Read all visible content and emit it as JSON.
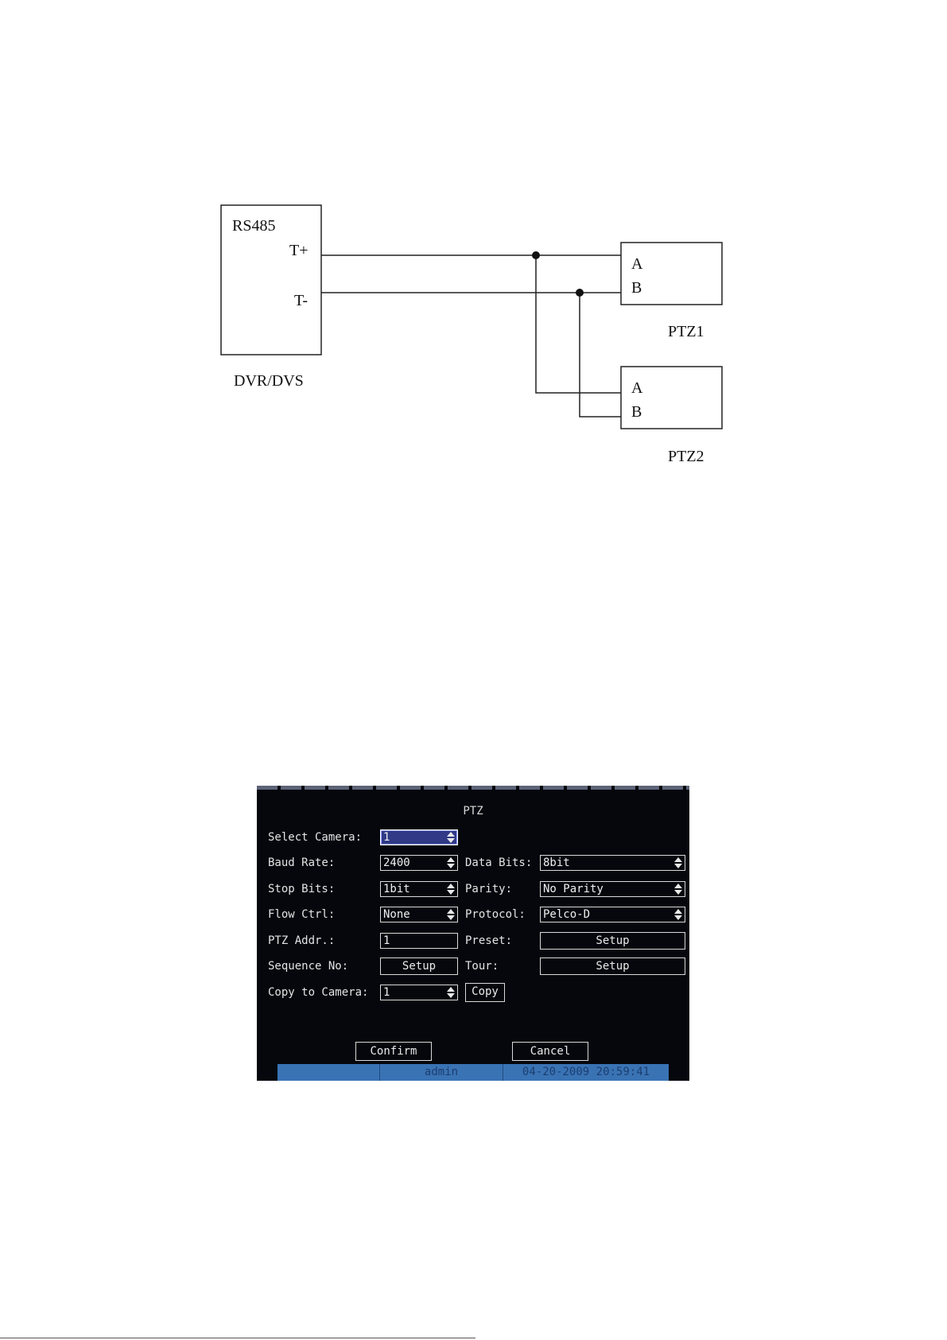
{
  "diagram": {
    "rs485": "RS485",
    "t_plus": "T+",
    "t_minus": "T-",
    "dvr_label": "DVR/DVS",
    "ptz1": {
      "a": "A",
      "b": "B",
      "label": "PTZ1"
    },
    "ptz2": {
      "a": "A",
      "b": "B",
      "label": "PTZ2"
    }
  },
  "ptz_dialog": {
    "title": "PTZ",
    "select_camera": {
      "label": "Select Camera:",
      "value": "1"
    },
    "baud_rate": {
      "label": "Baud Rate:",
      "value": "2400"
    },
    "data_bits": {
      "label": "Data Bits:",
      "value": "8bit"
    },
    "stop_bits": {
      "label": "Stop Bits:",
      "value": "1bit"
    },
    "parity": {
      "label": "Parity:",
      "value": "No Parity"
    },
    "flow_ctrl": {
      "label": "Flow Ctrl:",
      "value": "None"
    },
    "protocol": {
      "label": "Protocol:",
      "value": "Pelco-D"
    },
    "ptz_addr": {
      "label": "PTZ Addr.:",
      "value": "1"
    },
    "preset": {
      "label": "Preset:",
      "button": "Setup"
    },
    "sequence": {
      "label": "Sequence No:",
      "button": "Setup"
    },
    "tour": {
      "label": "Tour:",
      "button": "Setup"
    },
    "copy_to": {
      "label": "Copy to Camera:",
      "value": "1",
      "button": "Copy"
    },
    "confirm": "Confirm",
    "cancel": "Cancel",
    "status": {
      "user": "admin",
      "datetime": "04-20-2009 20:59:41"
    }
  }
}
